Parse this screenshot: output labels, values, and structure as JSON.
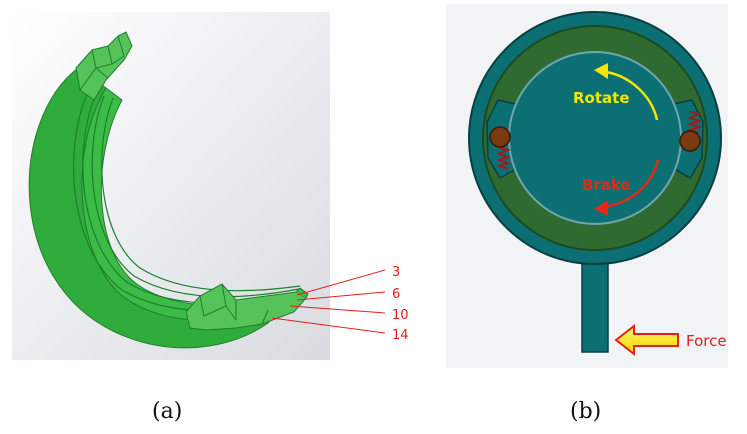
{
  "panel_a": {
    "caption": "(a)",
    "layer_labels": [
      "3",
      "6",
      "10",
      "14"
    ]
  },
  "panel_b": {
    "caption": "(b)",
    "rotate_label": "Rotate",
    "brake_label": "Brake",
    "force_label": "Force"
  },
  "colors": {
    "green_face": "#2fac3c",
    "green_light": "#55c25a",
    "teal": "#0b6f73",
    "dark_green": "#2f6b30",
    "rotate_yellow": "#f3e600",
    "brake_red": "#e22a1a",
    "label_red": "#e0201c"
  }
}
